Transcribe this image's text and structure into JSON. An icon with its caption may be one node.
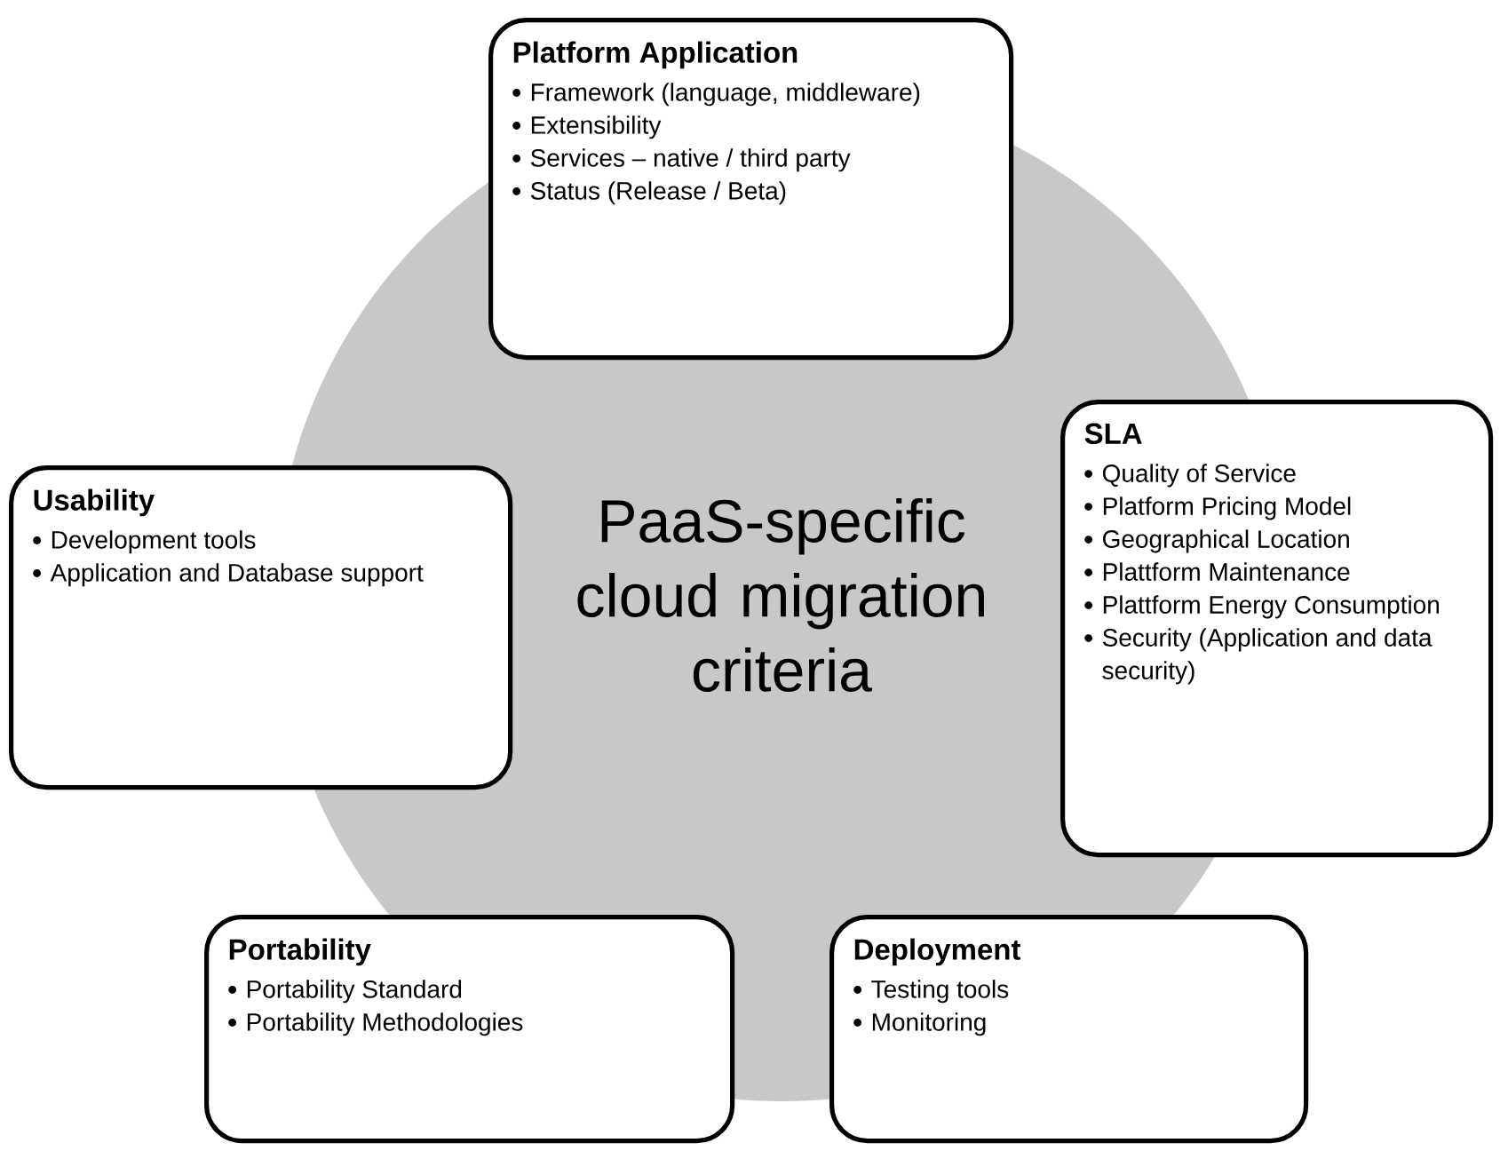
{
  "diagram": {
    "nodes": [
      {
        "text": [
          "PaaS-specific cloud migration criteria"
        ]
      },
      {
        "text": [
          "Platform Application",
          "Framework (language, middleware)",
          "Extensibility",
          "Services – native / third party",
          "Status (Release / Beta)"
        ]
      },
      {
        "text": [
          "SLA",
          "Quality of Service",
          "Platform Pricing Model",
          "Geographical Location",
          "Plattform Maintenance",
          "Plattform Energy Consumption",
          "Security (Application and data security)"
        ]
      },
      {
        "text": [
          "Usability",
          "Development tools",
          "Application and Database support"
        ]
      },
      {
        "text": [
          "Portability",
          "Portability Standard",
          "Portability Methodologies"
        ]
      },
      {
        "text": [
          "Deployment",
          "Testing tools",
          "Monitoring"
        ]
      }
    ]
  }
}
